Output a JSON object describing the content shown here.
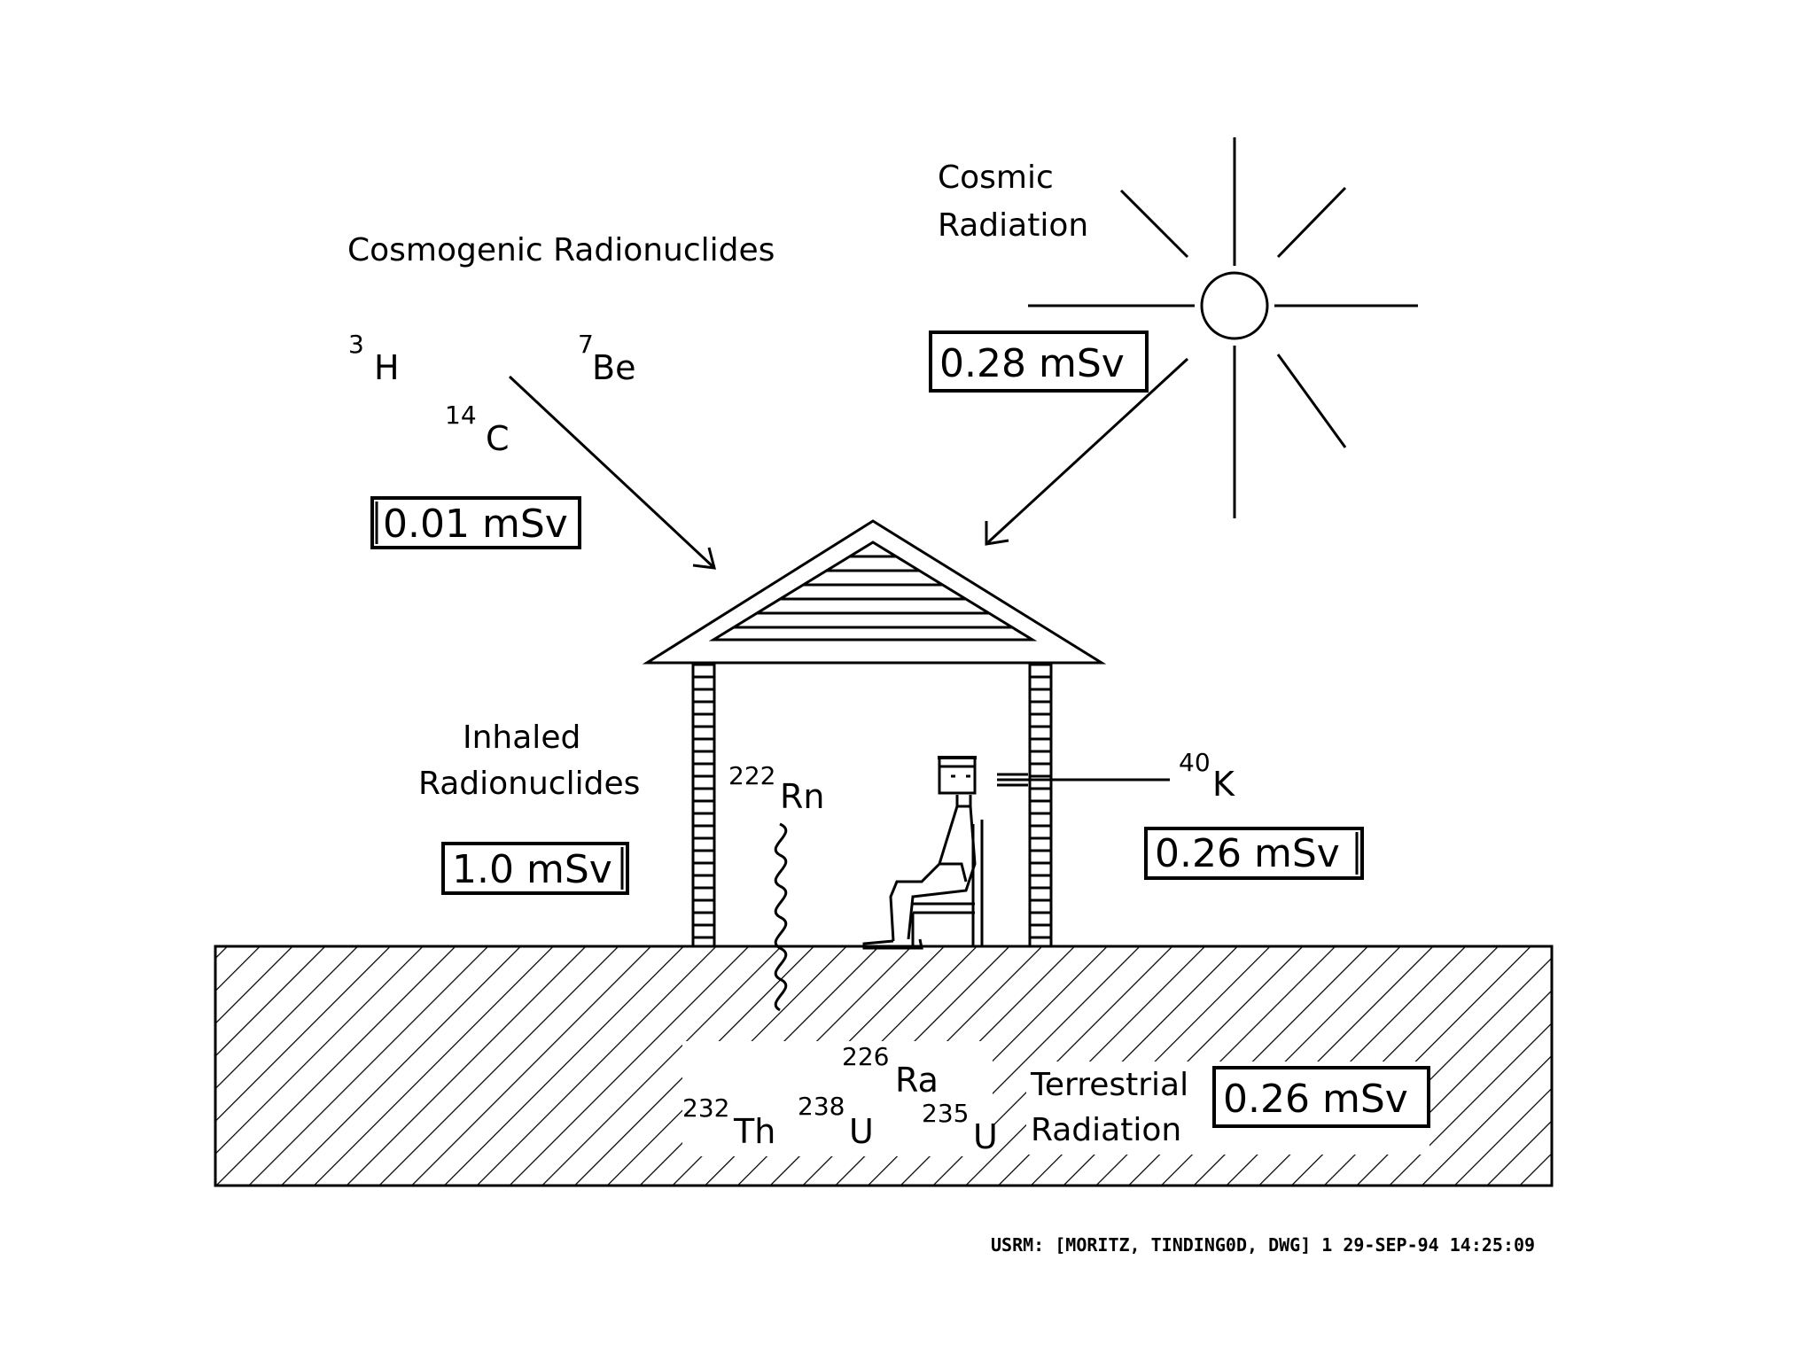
{
  "labels": {
    "cosmogenic": "Cosmogenic Radionuclides",
    "cosmic_line1": "Cosmic",
    "cosmic_line2": "Radiation",
    "inhaled_line1": "Inhaled",
    "inhaled_line2": "Radionuclides",
    "terrestrial_line1": "Terrestrial",
    "terrestrial_line2": "Radiation"
  },
  "doses": {
    "cosmogenic": "0.01 mSv",
    "cosmic": "0.28 mSv",
    "inhaled": "1.0 mSv",
    "internal": "0.26 mSv",
    "terrestrial": "0.26 mSv"
  },
  "isotopes": {
    "h3": {
      "mass": "3",
      "symbol": "H"
    },
    "be7": {
      "mass": "7",
      "symbol": "Be"
    },
    "c14": {
      "mass": "14",
      "symbol": "C"
    },
    "rn222": {
      "mass": "222",
      "symbol": "Rn"
    },
    "k40": {
      "mass": "40",
      "symbol": "K"
    },
    "ra226": {
      "mass": "226",
      "symbol": "Ra"
    },
    "th232": {
      "mass": "232",
      "symbol": "Th"
    },
    "u238": {
      "mass": "238",
      "symbol": "U"
    },
    "u235": {
      "mass": "235",
      "symbol": "U"
    }
  },
  "footer": "USRM: [MORITZ, TINDING0D, DWG] 1   29-SEP-94 14:25:09",
  "colors": {
    "ink": "#000000",
    "paper": "#ffffff"
  },
  "icons": [
    "sun-icon",
    "house-icon",
    "person-icon",
    "chair-icon",
    "ground-hatch"
  ]
}
